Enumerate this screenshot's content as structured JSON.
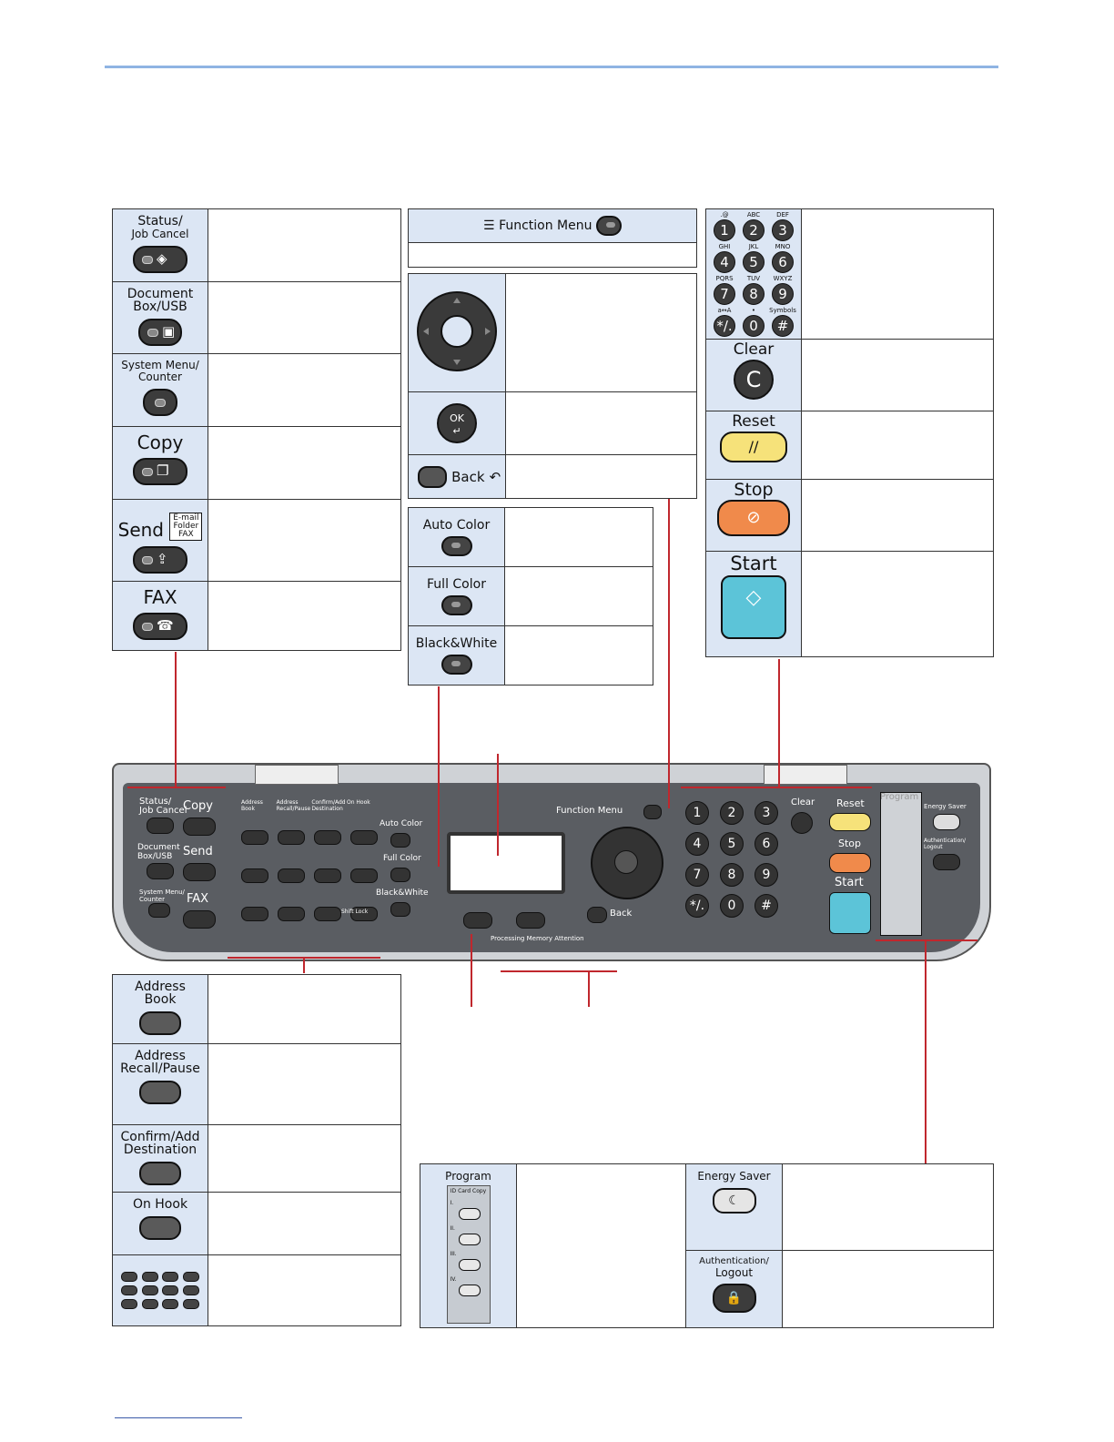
{
  "left_column": [
    {
      "label_line1": "Status/",
      "label_line2": "Job Cancel",
      "icon": "status-icon"
    },
    {
      "label_line1": "Document",
      "label_line2": "Box/USB",
      "icon": "document-box-icon"
    },
    {
      "label_line1": "System Menu/",
      "label_line2": "Counter",
      "icon": "none"
    },
    {
      "label_line1": "Copy",
      "label_line2": "",
      "icon": "copy-icon"
    },
    {
      "label_line1": "Send",
      "label_line2": "E-mail Folder FAX",
      "icon": "send-icon"
    },
    {
      "label_line1": "FAX",
      "label_line2": "",
      "icon": "fax-icon"
    }
  ],
  "function_menu": {
    "label": "Function Menu"
  },
  "nav": {
    "ok_label": "OK",
    "back_label": "Back"
  },
  "color_modes": [
    "Auto Color",
    "Full Color",
    "Black&White"
  ],
  "keypad": {
    "keys": [
      {
        "top": ".@",
        "num": "1"
      },
      {
        "top": "ABC",
        "num": "2"
      },
      {
        "top": "DEF",
        "num": "3"
      },
      {
        "top": "GHI",
        "num": "4"
      },
      {
        "top": "JKL",
        "num": "5"
      },
      {
        "top": "MNO",
        "num": "6"
      },
      {
        "top": "PQRS",
        "num": "7"
      },
      {
        "top": "TUV",
        "num": "8"
      },
      {
        "top": "WXYZ",
        "num": "9"
      },
      {
        "top": "a↔A",
        "num": "*/."
      },
      {
        "top": "•",
        "num": "0"
      },
      {
        "top": "Symbols",
        "num": "#"
      }
    ]
  },
  "right_column": [
    {
      "label": "Clear",
      "symbol": "C"
    },
    {
      "label": "Reset",
      "symbol": "//"
    },
    {
      "label": "Stop",
      "symbol": "⊘"
    },
    {
      "label": "Start",
      "symbol": "◇"
    }
  ],
  "address_column": [
    {
      "label_line1": "Address",
      "label_line2": "Book"
    },
    {
      "label_line1": "Address",
      "label_line2": "Recall/Pause"
    },
    {
      "label_line1": "Confirm/Add",
      "label_line2": "Destination"
    },
    {
      "label_line1": "On Hook",
      "label_line2": ""
    }
  ],
  "program": {
    "label": "Program",
    "id_card": "ID Card Copy",
    "slots": [
      "I.",
      "II.",
      "III.",
      "IV."
    ]
  },
  "energy": {
    "energy_label": "Energy Saver",
    "auth_line1": "Authentication/",
    "auth_line2": "Logout"
  },
  "panel": {
    "status_line1": "Status/",
    "status_line2": "Job Cancel",
    "copy": "Copy",
    "docbox_line1": "Document",
    "docbox_line2": "Box/USB",
    "send": "Send",
    "sysmenu_line1": "System Menu/",
    "sysmenu_line2": "Counter",
    "fax": "FAX",
    "addr_headers": [
      "Address Book",
      "Address Recall/Pause",
      "Confirm/Add Destination",
      "On Hook"
    ],
    "shift_lock": "Shift Lock",
    "auto_color": "Auto Color",
    "full_color": "Full Color",
    "bw": "Black&White",
    "function_menu": "Function Menu",
    "indicators": "Processing   Memory   Attention",
    "back": "Back",
    "clear": "Clear",
    "reset": "Reset",
    "stop": "Stop",
    "start": "Start",
    "program": "Program",
    "energy": "Energy Saver",
    "auth": "Authentication/ Logout"
  }
}
